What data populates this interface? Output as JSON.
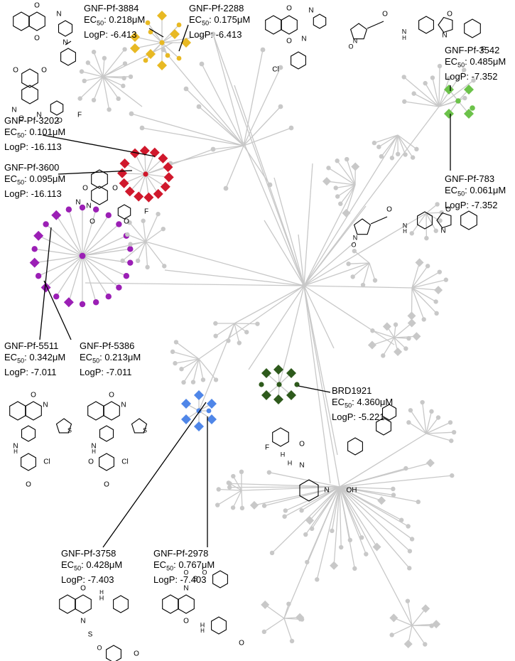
{
  "colors": {
    "edge": "#c8c8c8",
    "node": "#c8c8c8",
    "callout": "#000000",
    "yellow": "#e8b923",
    "red": "#d0182c",
    "green": "#6cc24a",
    "purple": "#9b1fb5",
    "blue": "#4f86e8",
    "darkgreen": "#2e5a1c"
  },
  "compounds": [
    {
      "id": "GNF-Pf-3884",
      "ec50": "0.218μM",
      "logp": "-6.413",
      "cluster": "yellow"
    },
    {
      "id": "GNF-Pf-2288",
      "ec50": "0.175μM",
      "logp": "-6.413",
      "cluster": "yellow"
    },
    {
      "id": "GNF-Pf-3542",
      "ec50": "0.485μM",
      "logp": "-7.352",
      "cluster": "green"
    },
    {
      "id": "GNF-Pf-3202",
      "ec50": "0.101μM",
      "logp": "-16.113",
      "cluster": "red"
    },
    {
      "id": "GNF-Pf-3600",
      "ec50": "0.095μM",
      "logp": "-16.113",
      "cluster": "red"
    },
    {
      "id": "GNF-Pf-783",
      "ec50": "0.061μM",
      "logp": "-7.352",
      "cluster": "green"
    },
    {
      "id": "GNF-Pf-5511",
      "ec50": "0.342μM",
      "logp": "-7.011",
      "cluster": "purple"
    },
    {
      "id": "GNF-Pf-5386",
      "ec50": "0.213μM",
      "logp": "-7.011",
      "cluster": "purple"
    },
    {
      "id": "BRD1921",
      "ec50": "4.360μM",
      "logp": "-5.221",
      "cluster": "darkgreen"
    },
    {
      "id": "GNF-Pf-3758",
      "ec50": "0.428μM",
      "logp": "-7.403",
      "cluster": "blue"
    },
    {
      "id": "GNF-Pf-2978",
      "ec50": "0.767μM",
      "logp": "-7.403",
      "cluster": "blue"
    }
  ],
  "labels": {
    "ec_prefix": "EC",
    "ec_sub": "50",
    "ec_sep": ": ",
    "logp_prefix": "LogP: "
  },
  "structure_text": {
    "o": "O",
    "n": "N",
    "nh": "H",
    "oh": "OH",
    "f": "F",
    "cl": "Cl",
    "s": "S",
    "no2_n": "N",
    "no2_plus": "+",
    "no2_o": "O",
    "no2_minus": "-",
    "h": "H"
  }
}
